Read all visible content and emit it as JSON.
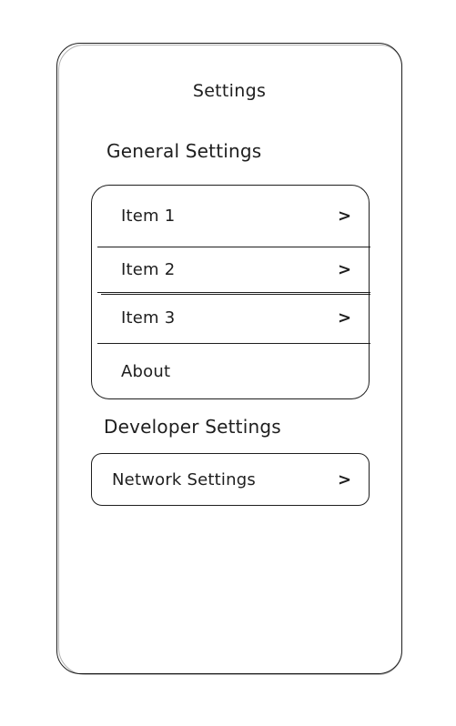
{
  "header": {
    "title": "Settings"
  },
  "general": {
    "title": "General Settings",
    "items": [
      {
        "label": "Item 1",
        "chevron": ">"
      },
      {
        "label": "Item 2",
        "chevron": ">"
      },
      {
        "label": "Item 3",
        "chevron": ">"
      },
      {
        "label": "About"
      }
    ]
  },
  "developer": {
    "title": "Developer Settings",
    "items": [
      {
        "label": "Network Settings",
        "chevron": ">"
      }
    ]
  },
  "icons": {
    "chevron": "chevron-right-icon"
  },
  "colors": {
    "stroke": "#1e1e1e",
    "background": "#ffffff"
  }
}
